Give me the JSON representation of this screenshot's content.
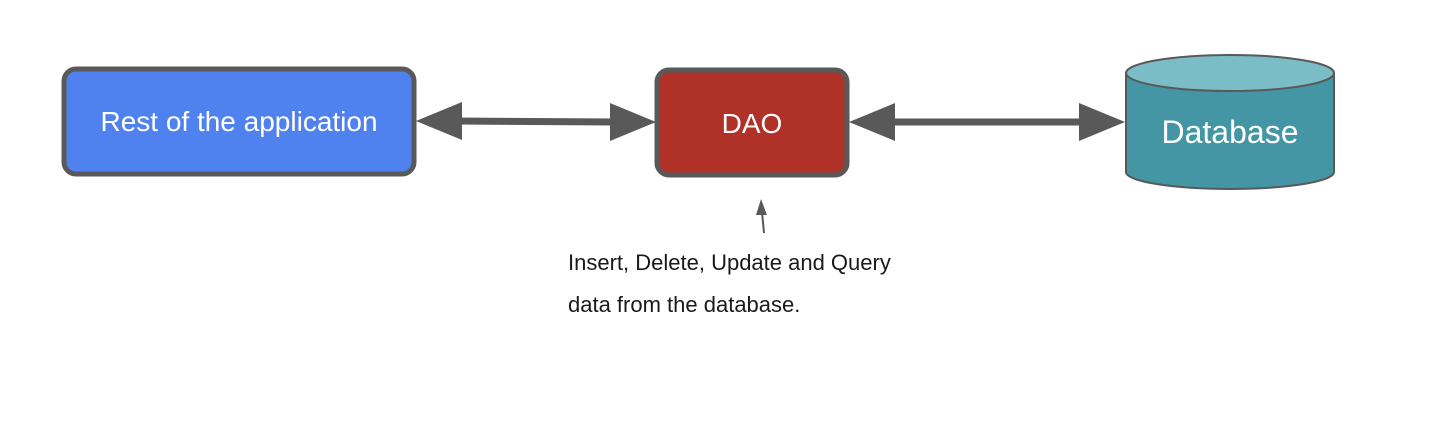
{
  "nodes": {
    "app": {
      "label": "Rest of the application"
    },
    "dao": {
      "label": "DAO"
    },
    "db": {
      "label": "Database"
    }
  },
  "annotation": {
    "line1": "Insert, Delete, Update and Query",
    "line2": "data from the database."
  },
  "colors": {
    "app_fill": "#5082ef",
    "dao_fill": "#b03128",
    "db_fill": "#4496a4",
    "db_top_fill": "#7bbdc6",
    "border": "#595959",
    "arrow": "#595959"
  }
}
